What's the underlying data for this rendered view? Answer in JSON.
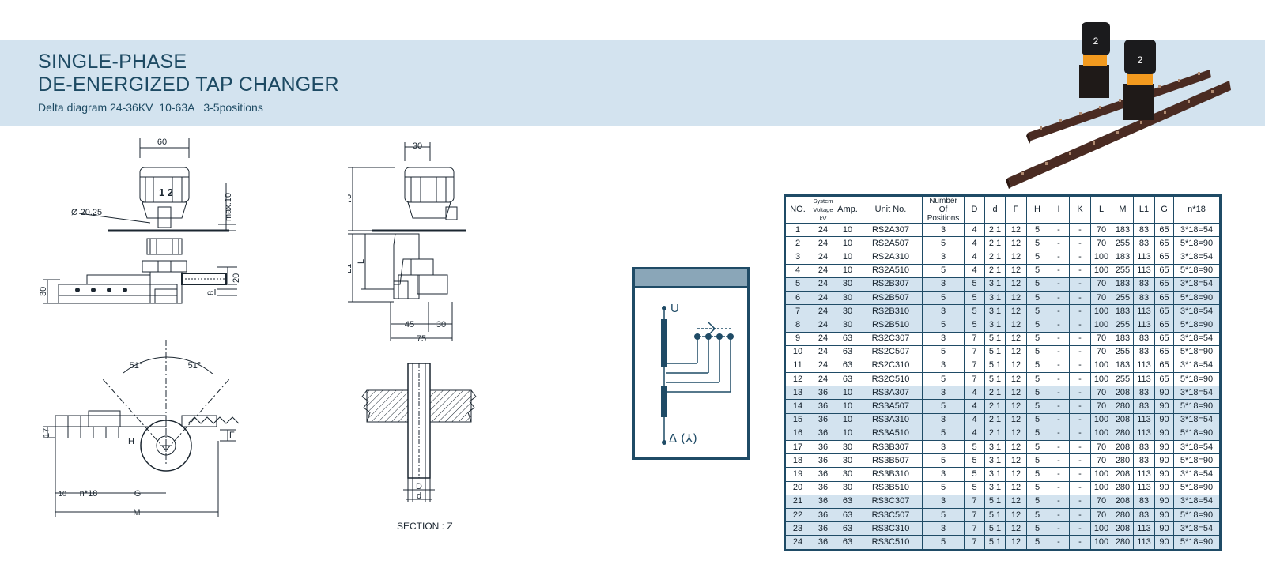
{
  "header": {
    "title_line1": "SINGLE-PHASE",
    "title_line2": "DE-ENERGIZED TAP CHANGER",
    "subtitle": "Delta diagram 24-36KV  10-63A   3-5positions"
  },
  "drawings": {
    "front_view": {
      "width": "60",
      "diameter": "Ø 20.25",
      "max": "max.10",
      "h30": "30",
      "h20": "20",
      "h8": "8",
      "knob_digits": "1 2"
    },
    "side_view": {
      "w30": "30",
      "h75": "75",
      "L1": "L1",
      "L": "L",
      "w45": "45",
      "w30b": "30",
      "w75": "75"
    },
    "top_view": {
      "angle_left": "51°",
      "angle_right": "51°",
      "h17": "17",
      "F": "F",
      "H": "H",
      "d10": "10",
      "n18": "n*18",
      "G": "G",
      "M": "M"
    },
    "section": {
      "D": "D",
      "d": "d",
      "label": "SECTION : Z"
    },
    "schematic": {
      "U": "U",
      "delta": "Δ (⅄)"
    },
    "product_knob_digit": "2"
  },
  "table": {
    "headers": {
      "no": "NO.",
      "voltage": [
        "System",
        "Voltage",
        "kV"
      ],
      "amp": "Amp.",
      "unit": "Unit No.",
      "positions": [
        "Number",
        "Of",
        "Positions"
      ],
      "D": "D",
      "d": "d",
      "F": "F",
      "H": "H",
      "I": "I",
      "K": "K",
      "L": "L",
      "M": "M",
      "L1": "L1",
      "G": "G",
      "n18": "n*18"
    },
    "rows": [
      [
        "1",
        "24",
        "10",
        "RS2A307",
        "3",
        "4",
        "2.1",
        "12",
        "5",
        "-",
        "-",
        "70",
        "183",
        "83",
        "65",
        "3*18=54"
      ],
      [
        "2",
        "24",
        "10",
        "RS2A507",
        "5",
        "4",
        "2.1",
        "12",
        "5",
        "-",
        "-",
        "70",
        "255",
        "83",
        "65",
        "5*18=90"
      ],
      [
        "3",
        "24",
        "10",
        "RS2A310",
        "3",
        "4",
        "2.1",
        "12",
        "5",
        "-",
        "-",
        "100",
        "183",
        "113",
        "65",
        "3*18=54"
      ],
      [
        "4",
        "24",
        "10",
        "RS2A510",
        "5",
        "4",
        "2.1",
        "12",
        "5",
        "-",
        "-",
        "100",
        "255",
        "113",
        "65",
        "5*18=90"
      ],
      [
        "5",
        "24",
        "30",
        "RS2B307",
        "3",
        "5",
        "3.1",
        "12",
        "5",
        "-",
        "-",
        "70",
        "183",
        "83",
        "65",
        "3*18=54"
      ],
      [
        "6",
        "24",
        "30",
        "RS2B507",
        "5",
        "5",
        "3.1",
        "12",
        "5",
        "-",
        "-",
        "70",
        "255",
        "83",
        "65",
        "5*18=90"
      ],
      [
        "7",
        "24",
        "30",
        "RS2B310",
        "3",
        "5",
        "3.1",
        "12",
        "5",
        "-",
        "-",
        "100",
        "183",
        "113",
        "65",
        "3*18=54"
      ],
      [
        "8",
        "24",
        "30",
        "RS2B510",
        "5",
        "5",
        "3.1",
        "12",
        "5",
        "-",
        "-",
        "100",
        "255",
        "113",
        "65",
        "5*18=90"
      ],
      [
        "9",
        "24",
        "63",
        "RS2C307",
        "3",
        "7",
        "5.1",
        "12",
        "5",
        "-",
        "-",
        "70",
        "183",
        "83",
        "65",
        "3*18=54"
      ],
      [
        "10",
        "24",
        "63",
        "RS2C507",
        "5",
        "7",
        "5.1",
        "12",
        "5",
        "-",
        "-",
        "70",
        "255",
        "83",
        "65",
        "5*18=90"
      ],
      [
        "11",
        "24",
        "63",
        "RS2C310",
        "3",
        "7",
        "5.1",
        "12",
        "5",
        "-",
        "-",
        "100",
        "183",
        "113",
        "65",
        "3*18=54"
      ],
      [
        "12",
        "24",
        "63",
        "RS2C510",
        "5",
        "7",
        "5.1",
        "12",
        "5",
        "-",
        "-",
        "100",
        "255",
        "113",
        "65",
        "5*18=90"
      ],
      [
        "13",
        "36",
        "10",
        "RS3A307",
        "3",
        "4",
        "2.1",
        "12",
        "5",
        "-",
        "-",
        "70",
        "208",
        "83",
        "90",
        "3*18=54"
      ],
      [
        "14",
        "36",
        "10",
        "RS3A507",
        "5",
        "4",
        "2.1",
        "12",
        "5",
        "-",
        "-",
        "70",
        "280",
        "83",
        "90",
        "5*18=90"
      ],
      [
        "15",
        "36",
        "10",
        "RS3A310",
        "3",
        "4",
        "2.1",
        "12",
        "5",
        "-",
        "-",
        "100",
        "208",
        "113",
        "90",
        "3*18=54"
      ],
      [
        "16",
        "36",
        "10",
        "RS3A510",
        "5",
        "4",
        "2.1",
        "12",
        "5",
        "-",
        "-",
        "100",
        "280",
        "113",
        "90",
        "5*18=90"
      ],
      [
        "17",
        "36",
        "30",
        "RS3B307",
        "3",
        "5",
        "3.1",
        "12",
        "5",
        "-",
        "-",
        "70",
        "208",
        "83",
        "90",
        "3*18=54"
      ],
      [
        "18",
        "36",
        "30",
        "RS3B507",
        "5",
        "5",
        "3.1",
        "12",
        "5",
        "-",
        "-",
        "70",
        "280",
        "83",
        "90",
        "5*18=90"
      ],
      [
        "19",
        "36",
        "30",
        "RS3B310",
        "3",
        "5",
        "3.1",
        "12",
        "5",
        "-",
        "-",
        "100",
        "208",
        "113",
        "90",
        "3*18=54"
      ],
      [
        "20",
        "36",
        "30",
        "RS3B510",
        "5",
        "5",
        "3.1",
        "12",
        "5",
        "-",
        "-",
        "100",
        "280",
        "113",
        "90",
        "5*18=90"
      ],
      [
        "21",
        "36",
        "63",
        "RS3C307",
        "3",
        "7",
        "5.1",
        "12",
        "5",
        "-",
        "-",
        "70",
        "208",
        "83",
        "90",
        "3*18=54"
      ],
      [
        "22",
        "36",
        "63",
        "RS3C507",
        "5",
        "7",
        "5.1",
        "12",
        "5",
        "-",
        "-",
        "70",
        "280",
        "83",
        "90",
        "5*18=90"
      ],
      [
        "23",
        "36",
        "63",
        "RS3C310",
        "3",
        "7",
        "5.1",
        "12",
        "5",
        "-",
        "-",
        "100",
        "208",
        "113",
        "90",
        "3*18=54"
      ],
      [
        "24",
        "36",
        "63",
        "RS3C510",
        "5",
        "7",
        "5.1",
        "12",
        "5",
        "-",
        "-",
        "100",
        "280",
        "113",
        "90",
        "5*18=90"
      ]
    ],
    "shaded_rows": [
      5,
      6,
      7,
      8,
      13,
      14,
      15,
      16,
      21,
      22,
      23,
      24
    ]
  },
  "colors": {
    "band": "#d3e3ef",
    "title": "#1d4a63",
    "table_border": "#1f4b66",
    "row_shade": "#d3e3ef",
    "schematic_header": "#8aa6b8"
  }
}
